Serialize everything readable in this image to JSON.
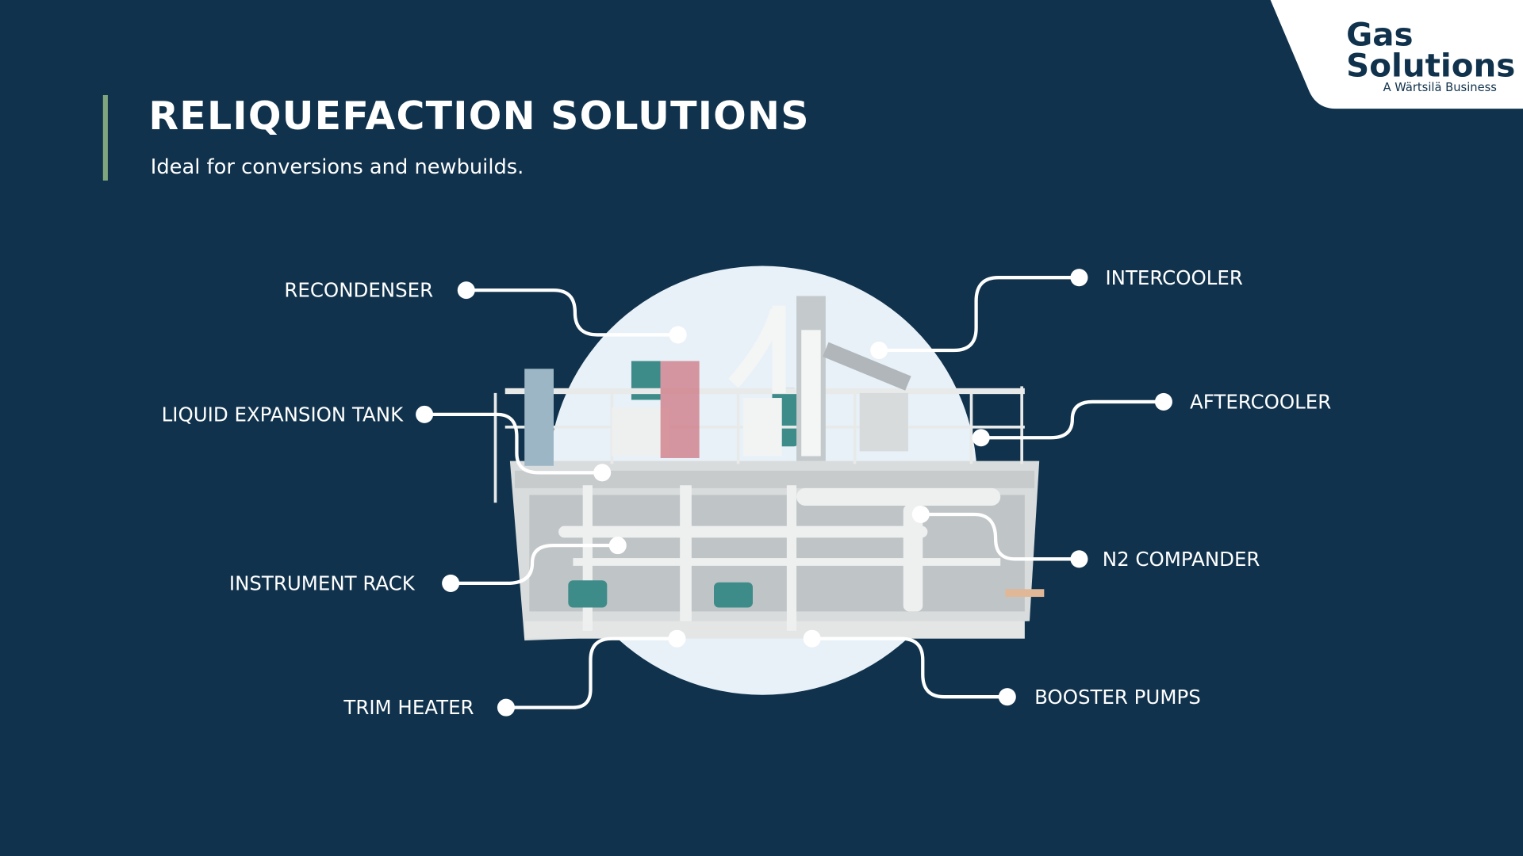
{
  "header": {
    "title": "RELIQUEFACTION SOLUTIONS",
    "subtitle": "Ideal for conversions and newbuilds."
  },
  "logo": {
    "line1": "Gas",
    "line2": "Solutions",
    "tagline": "A Wärtsilä Business"
  },
  "callouts": {
    "recondenser": "RECONDENSER",
    "liquid_expansion_tank": "LIQUID EXPANSION TANK",
    "instrument_rack": "INSTRUMENT RACK",
    "trim_heater": "TRIM HEATER",
    "intercooler": "INTERCOOLER",
    "aftercooler": "AFTERCOOLER",
    "n2_compander": "N2 COMPANDER",
    "booster_pumps": "BOOSTER PUMPS"
  },
  "colors": {
    "background": "#10324c",
    "accent_bar": "#7fa57f",
    "circle": "#e8f1f8",
    "logo_text": "#10324c"
  }
}
